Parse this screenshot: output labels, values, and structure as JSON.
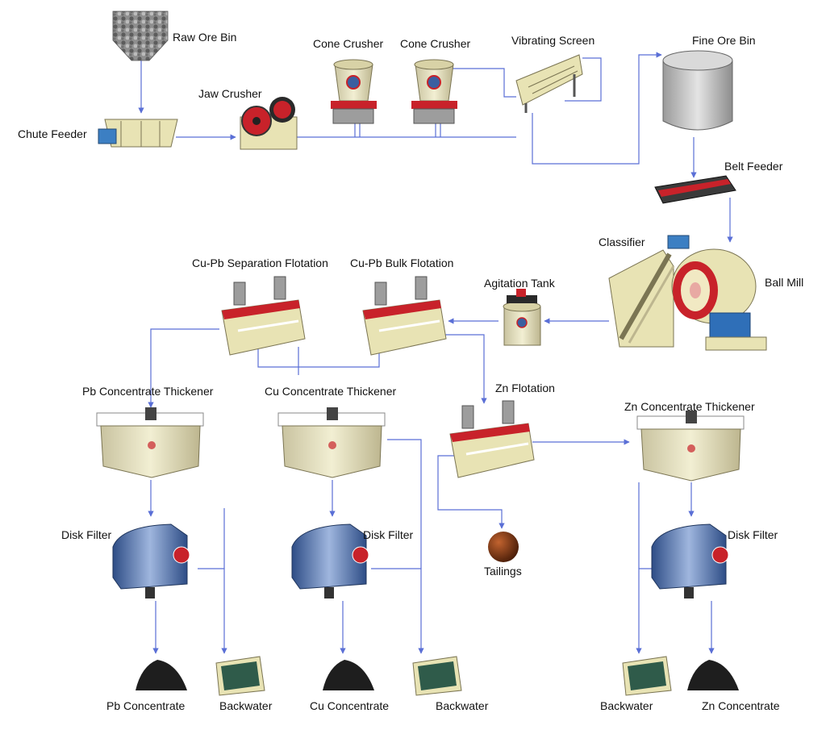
{
  "labels": {
    "raw_ore_bin": "Raw Ore Bin",
    "chute_feeder": "Chute Feeder",
    "jaw_crusher": "Jaw Crusher",
    "cone_crusher_1": "Cone Crusher",
    "cone_crusher_2": "Cone Crusher",
    "vibrating_screen": "Vibrating Screen",
    "fine_ore_bin": "Fine Ore Bin",
    "belt_feeder": "Belt Feeder",
    "classifier": "Classifier",
    "ball_mill": "Ball Mill",
    "agitation_tank": "Agitation Tank",
    "cu_pb_separation_flotation": "Cu-Pb Separation Flotation",
    "cu_pb_bulk_flotation": "Cu-Pb Bulk Flotation",
    "zn_flotation": "Zn Flotation",
    "pb_concentrate_thickener": "Pb Concentrate Thickener",
    "cu_concentrate_thickener": "Cu Concentrate Thickener",
    "zn_concentrate_thickener": "Zn Concentrate Thickener",
    "disk_filter_pb": "Disk Filter",
    "disk_filter_cu": "Disk Filter",
    "disk_filter_zn": "Disk Filter",
    "tailings": "Tailings",
    "pb_concentrate": "Pb Concentrate",
    "backwater_pb": "Backwater",
    "cu_concentrate": "Cu Concentrate",
    "backwater_cu": "Backwater",
    "backwater_zn": "Backwater",
    "zn_concentrate": "Zn Concentrate"
  },
  "colors": {
    "flow_line": "#5a6fd6",
    "machine_body": "#e8e3b4",
    "machine_accent": "#c8222a",
    "filter_blue": "#3b5fa0",
    "concentrate_black": "#1e1e1e",
    "water": "#2f5b4a",
    "tailings_ball": "#7a3414"
  }
}
